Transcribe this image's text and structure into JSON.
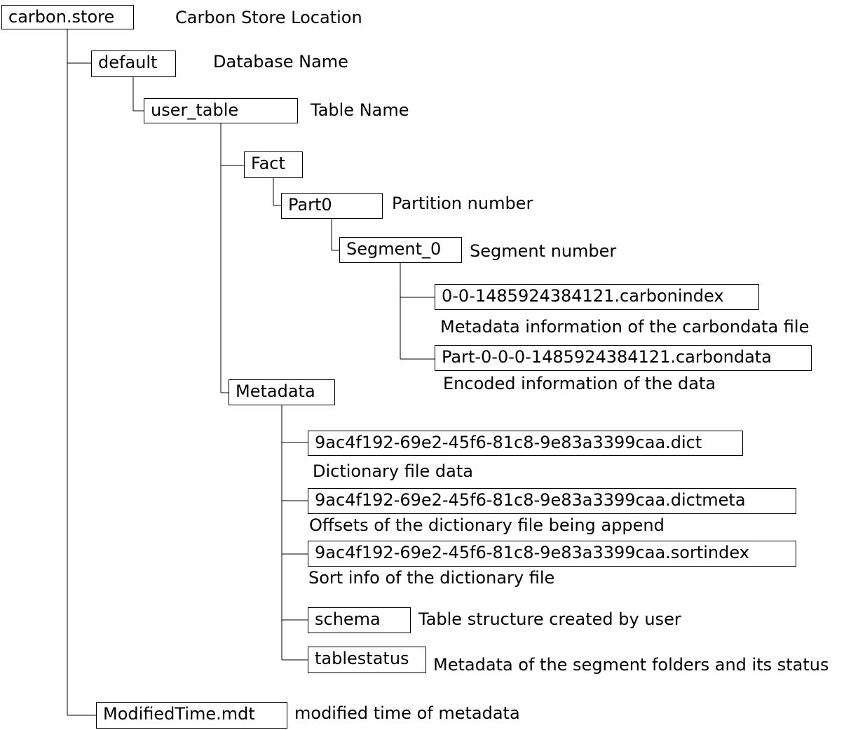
{
  "tree": {
    "root": {
      "name": "carbon.store",
      "description": "Carbon Store Location"
    },
    "database": {
      "name": "default",
      "description": "Database Name"
    },
    "table": {
      "name": "user_table",
      "description": "Table Name"
    },
    "fact": {
      "name": "Fact"
    },
    "partition": {
      "name": "Part0",
      "description": "Partition number"
    },
    "segment": {
      "name": "Segment_0",
      "description": "Segment number"
    },
    "carbonindex": {
      "name": "0-0-1485924384121.carbonindex",
      "description": "Metadata information of the carbondata file"
    },
    "carbondata": {
      "name": "Part-0-0-0-1485924384121.carbondata",
      "description": "Encoded information of the data"
    },
    "metadata": {
      "name": "Metadata"
    },
    "dict": {
      "name": "9ac4f192-69e2-45f6-81c8-9e83a3399caa.dict",
      "description": "Dictionary file data"
    },
    "dictmeta": {
      "name": "9ac4f192-69e2-45f6-81c8-9e83a3399caa.dictmeta",
      "description": "Offsets of the dictionary file being append"
    },
    "sortindex": {
      "name": "9ac4f192-69e2-45f6-81c8-9e83a3399caa.sortindex",
      "description": "Sort info of the dictionary file"
    },
    "schema": {
      "name": "schema",
      "description": "Table  structure created by user"
    },
    "tablestatus": {
      "name": "tablestatus",
      "description": "Metadata of the segment folders and  its status"
    },
    "modifiedtime": {
      "name": "ModifiedTime.mdt",
      "description": "modified time of metadata"
    }
  }
}
